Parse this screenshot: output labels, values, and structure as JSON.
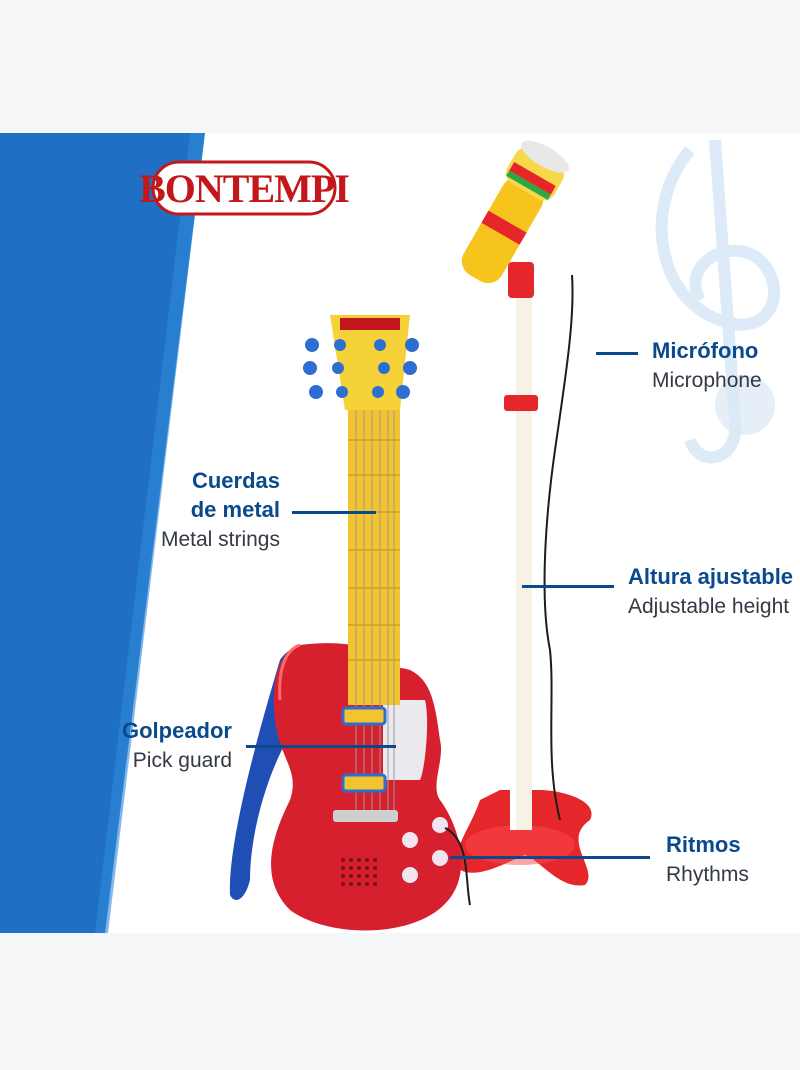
{
  "brand": {
    "logo_text": "BONTEMPI"
  },
  "callouts": {
    "microphone": {
      "es": "Micrófono",
      "en": "Microphone"
    },
    "strings": {
      "es_line1": "Cuerdas",
      "es_line2": "de metal",
      "en": "Metal strings"
    },
    "height": {
      "es": "Altura ajustable",
      "en": "Adjustable height"
    },
    "pickguard": {
      "es": "Golpeador",
      "en": "Pick guard"
    },
    "rhythms": {
      "es": "Ritmos",
      "en": "Rhythms"
    }
  },
  "colors": {
    "accent_blue": "#0a4a8c",
    "band_blue": "#1f6fc4",
    "toy_red": "#d81e2c",
    "toy_yellow": "#f4c430",
    "brand_red": "#c4171b"
  }
}
